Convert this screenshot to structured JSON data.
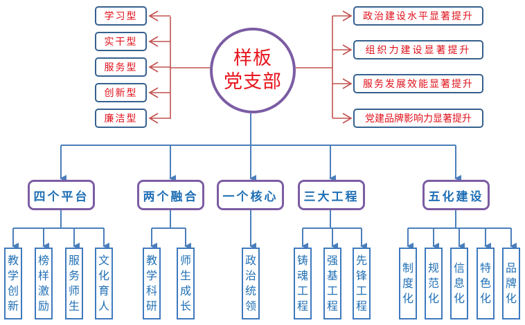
{
  "center": {
    "line1": "样板",
    "line2": "党支部"
  },
  "left_types": [
    {
      "label": "学习型"
    },
    {
      "label": "实干型"
    },
    {
      "label": "服务型"
    },
    {
      "label": "创新型"
    },
    {
      "label": "廉洁型"
    }
  ],
  "right_goals": [
    {
      "label": "政治建设水平显著提升"
    },
    {
      "label": "组织力建设显著提升"
    },
    {
      "label": "服务发展效能显著提升"
    },
    {
      "label": "党建品牌影响力显著提升"
    }
  ],
  "categories": [
    {
      "label": "四个平台",
      "children": [
        "教学创新",
        "榜样激励",
        "服务师生",
        "文化育人"
      ]
    },
    {
      "label": "两个融合",
      "children": [
        "教学科研",
        "师生成长"
      ]
    },
    {
      "label": "一个核心",
      "children": [
        "政治统领"
      ]
    },
    {
      "label": "三大工程",
      "children": [
        "铸魂工程",
        "强基工程",
        "先锋工程"
      ]
    },
    {
      "label": "五化建设",
      "children": [
        "制度化",
        "规范化",
        "信息化",
        "特色化",
        "品牌化"
      ]
    }
  ],
  "colors": {
    "red_line": "#c0504d",
    "blue_line": "#4a7ebb",
    "purple_border": "#7b5ca3",
    "red_text": "#e0101a",
    "blue_text": "#1f6fb5"
  }
}
